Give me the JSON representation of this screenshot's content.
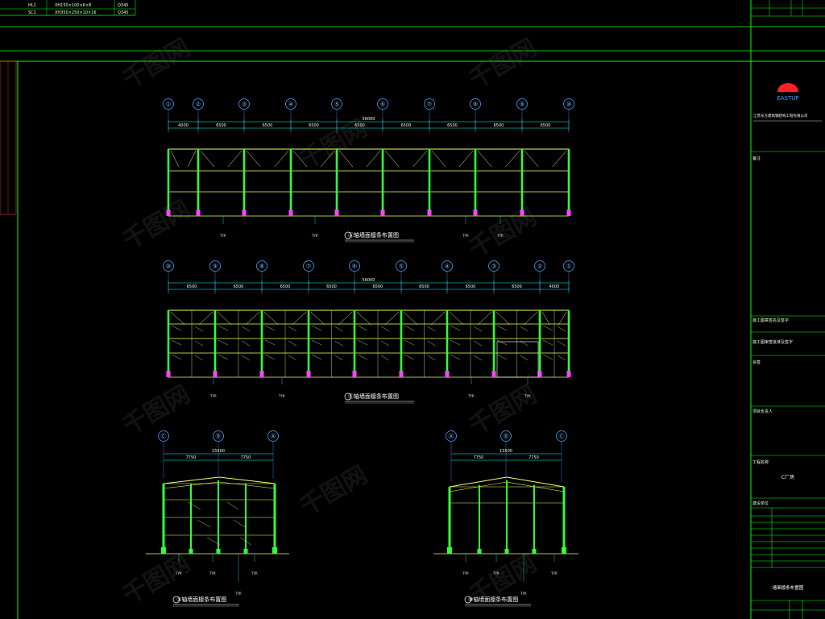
{
  "colors": {
    "background": "#000000",
    "frame": "#00ff00",
    "column": "#33ff33",
    "beam": "#eeff66",
    "axis": "#40a0ff",
    "dim": "#00ffff",
    "base": "#ff44ff",
    "logo": "#ff2222"
  },
  "top_legend": {
    "rows": [
      {
        "code": "HL1",
        "spec": "XH150×100×6×8",
        "grade": "Q345"
      },
      {
        "code": "SC1",
        "spec": "XH350×250×10×16",
        "grade": "Q345"
      }
    ]
  },
  "title_block": {
    "brand": "EASTUP",
    "company": "江苏东方建筑钢结构工程有限公司",
    "project_name": "C厂房",
    "drawing_title": "墙面檩条布置图",
    "notes_label": "备注",
    "labels": [
      "施工图章签名及签字",
      "施工图审查批准及签字",
      "会签",
      "项目负责人",
      "工程名称",
      "建设单位"
    ]
  },
  "elevations": [
    {
      "axes": [
        "①",
        "②",
        "③",
        "④",
        "⑤",
        "⑥",
        "⑦",
        "⑧",
        "⑨",
        "⑩"
      ],
      "total_dim": "56000",
      "title": "Ⓐ轴墙面檩条布置图"
    },
    {
      "axes": [
        "⑩",
        "⑨",
        "⑧",
        "⑦",
        "⑥",
        "⑤",
        "④",
        "③",
        "②",
        "①"
      ],
      "total_dim": "56000",
      "title": "Ⓒ轴墙面檩条布置图"
    },
    {
      "axes": [
        "Ⓒ",
        "Ⓑ",
        "Ⓐ"
      ],
      "total_dim": "15500",
      "spans": [
        "7750",
        "7750"
      ],
      "title": "①轴墙面檩条布置图"
    },
    {
      "axes": [
        "Ⓐ",
        "Ⓑ",
        "Ⓒ"
      ],
      "total_dim": "15500",
      "spans": [
        "7750",
        "7750"
      ],
      "title": "⑩轴墙面檩条布置图"
    }
  ],
  "callouts": {
    "typ": "TYP."
  },
  "watermark": "千图网"
}
